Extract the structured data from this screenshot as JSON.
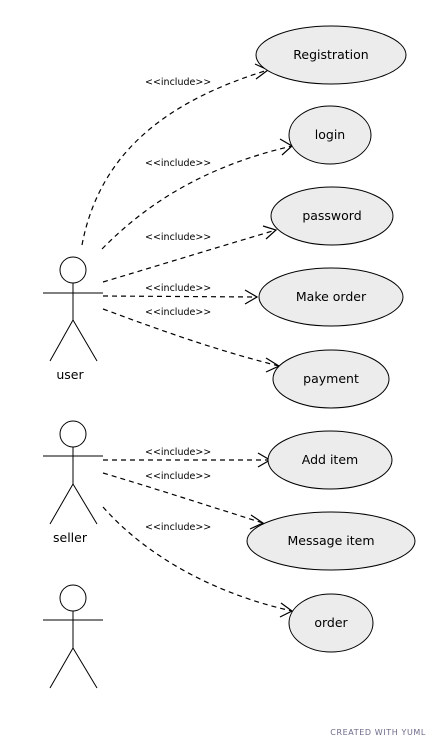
{
  "diagram": {
    "actors": [
      {
        "id": "user",
        "label": "user"
      },
      {
        "id": "seller",
        "label": "seller"
      },
      {
        "id": "unnamed",
        "label": ""
      }
    ],
    "use_cases": [
      {
        "id": "registration",
        "label": "Registration"
      },
      {
        "id": "login",
        "label": "login"
      },
      {
        "id": "password",
        "label": "password"
      },
      {
        "id": "make_order",
        "label": "Make order"
      },
      {
        "id": "payment",
        "label": "payment"
      },
      {
        "id": "add_item",
        "label": "Add item"
      },
      {
        "id": "message_item",
        "label": "Message item"
      },
      {
        "id": "order",
        "label": "order"
      }
    ],
    "relations": [
      {
        "from": "user",
        "to": "registration",
        "label": "<<include>>"
      },
      {
        "from": "user",
        "to": "login",
        "label": "<<include>>"
      },
      {
        "from": "user",
        "to": "password",
        "label": "<<include>>"
      },
      {
        "from": "user",
        "to": "make_order",
        "label": "<<include>>"
      },
      {
        "from": "user",
        "to": "payment",
        "label": "<<include>>"
      },
      {
        "from": "seller",
        "to": "add_item",
        "label": "<<include>>"
      },
      {
        "from": "seller",
        "to": "message_item",
        "label": "<<include>>"
      },
      {
        "from": "seller",
        "to": "order",
        "label": "<<include>>"
      }
    ]
  },
  "footer": {
    "credit": "CREATED WITH YUML"
  }
}
